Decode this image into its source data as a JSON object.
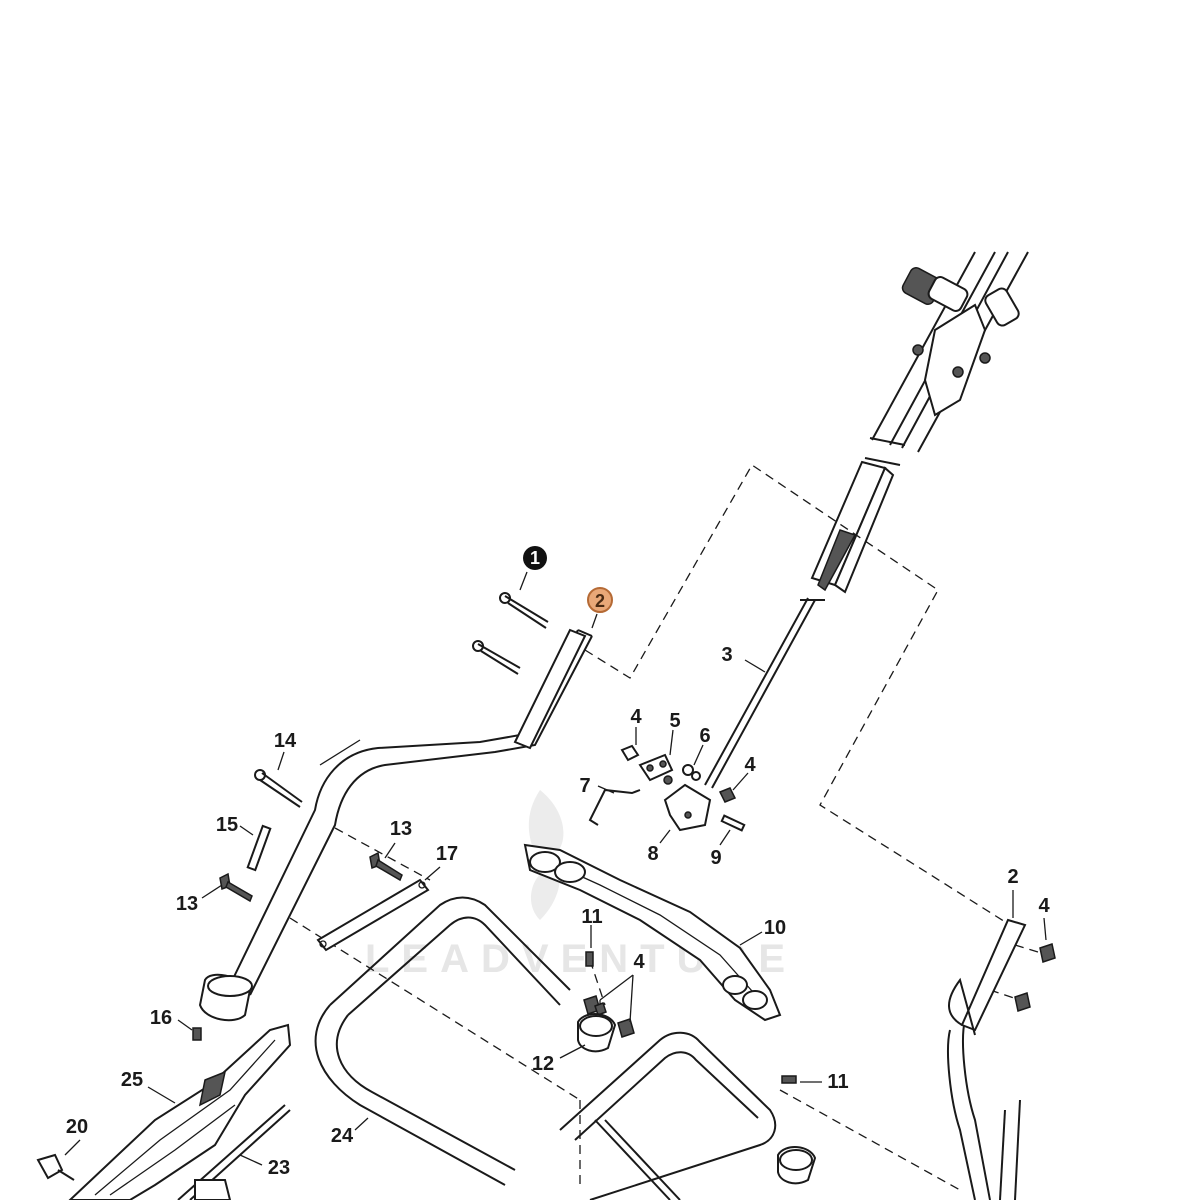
{
  "watermark": "LEADVENTURE",
  "colors": {
    "ink": "#1a1a1a",
    "badge_dark": "#111111",
    "badge_highlight": "#e9a878",
    "badge_highlight_stroke": "#b56a35"
  },
  "callouts": {
    "c1": "1",
    "c2_top": "2",
    "c2_right": "2",
    "c3": "3",
    "c4_a": "4",
    "c4_b": "4",
    "c4_c": "4",
    "c4_d": "4",
    "c5": "5",
    "c6": "6",
    "c7": "7",
    "c8": "8",
    "c9": "9",
    "c10": "10",
    "c11_a": "11",
    "c11_b": "11",
    "c12": "12",
    "c13_a": "13",
    "c13_b": "13",
    "c14": "14",
    "c15": "15",
    "c16": "16",
    "c17": "17",
    "c20": "20",
    "c23": "23",
    "c24": "24",
    "c25": "25"
  }
}
